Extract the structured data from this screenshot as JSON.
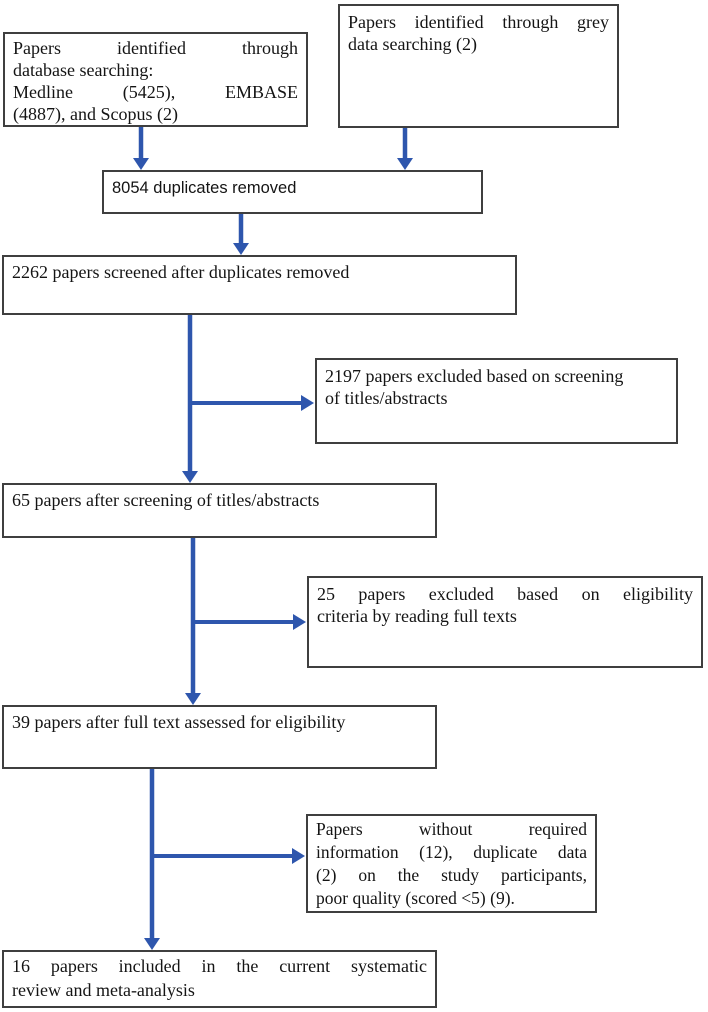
{
  "colors": {
    "arrow": "#2e56ad",
    "border": "#3f3f3f",
    "text": "#141414",
    "background": "#ffffff"
  },
  "boxes": {
    "database_search": {
      "lines": [
        "Papers identified through",
        "database searching:",
        "Medline (5425), EMBASE",
        "(4887), and Scopus (2)"
      ]
    },
    "grey_search": {
      "lines": [
        "Papers identified through grey",
        "data searching (2)"
      ]
    },
    "duplicates_removed": {
      "lines": [
        "8054 duplicates removed"
      ]
    },
    "screened": {
      "lines": [
        "2262 papers screened after duplicates removed"
      ]
    },
    "excluded_screening": {
      "lines": [
        "2197 papers excluded based on screening",
        "of titles/abstracts"
      ]
    },
    "after_screening": {
      "lines": [
        "65 papers after screening of titles/abstracts"
      ]
    },
    "excluded_eligibility": {
      "lines": [
        "25 papers excluded based on eligibility",
        "criteria by reading full texts"
      ]
    },
    "full_text_assessed": {
      "lines": [
        "39 papers after full text assessed for eligibility"
      ]
    },
    "excluded_full_text": {
      "lines": [
        "Papers without required",
        "information (12), duplicate data",
        "(2) on the study participants,",
        "poor quality (scored <5) (9)."
      ]
    },
    "included": {
      "lines": [
        "16 papers included in the current systematic",
        "review and meta-analysis"
      ]
    }
  }
}
